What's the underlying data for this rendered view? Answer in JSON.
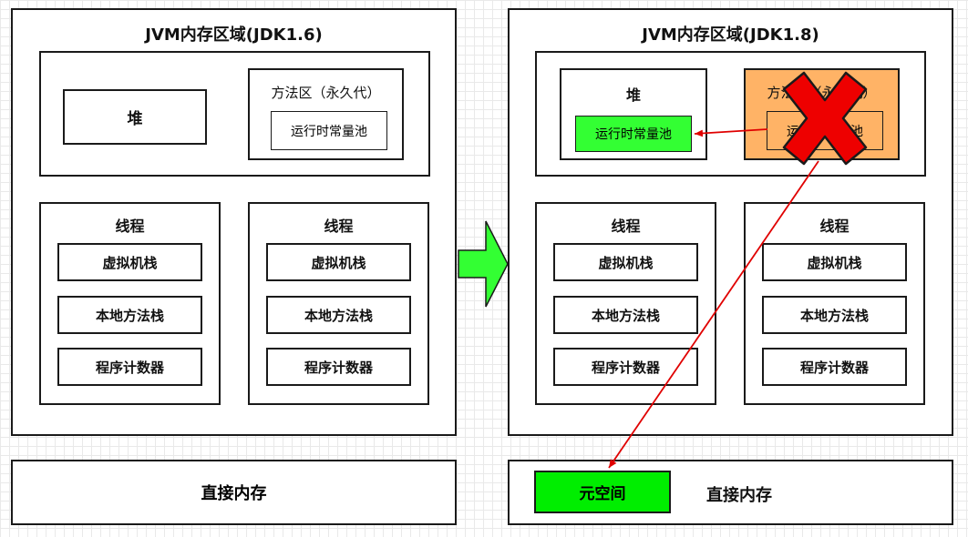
{
  "left": {
    "title": "JVM内存区域(JDK1.6)",
    "heap": "堆",
    "method_area": "方法区（永久代）",
    "constant_pool": "运行时常量池",
    "threads": [
      {
        "title": "线程",
        "items": [
          "虚拟机栈",
          "本地方法栈",
          "程序计数器"
        ]
      },
      {
        "title": "线程",
        "items": [
          "虚拟机栈",
          "本地方法栈",
          "程序计数器"
        ]
      }
    ],
    "direct_memory": "直接内存"
  },
  "right": {
    "title": "JVM内存区域(JDK1.8)",
    "heap": "堆",
    "heap_constant_pool": "运行时常量池",
    "method_area": "方法区（永久代）",
    "constant_pool": "运行时常量池",
    "threads": [
      {
        "title": "线程",
        "items": [
          "虚拟机栈",
          "本地方法栈",
          "程序计数器"
        ]
      },
      {
        "title": "线程",
        "items": [
          "虚拟机栈",
          "本地方法栈",
          "程序计数器"
        ]
      }
    ],
    "metaspace": "元空间",
    "direct_memory": "直接内存"
  },
  "colors": {
    "green": "#33ff33",
    "orange": "#ffb366",
    "red": "#e00000"
  },
  "icons": {
    "transition_arrow": "right-arrow-icon",
    "removed_mark": "red-x-icon"
  }
}
